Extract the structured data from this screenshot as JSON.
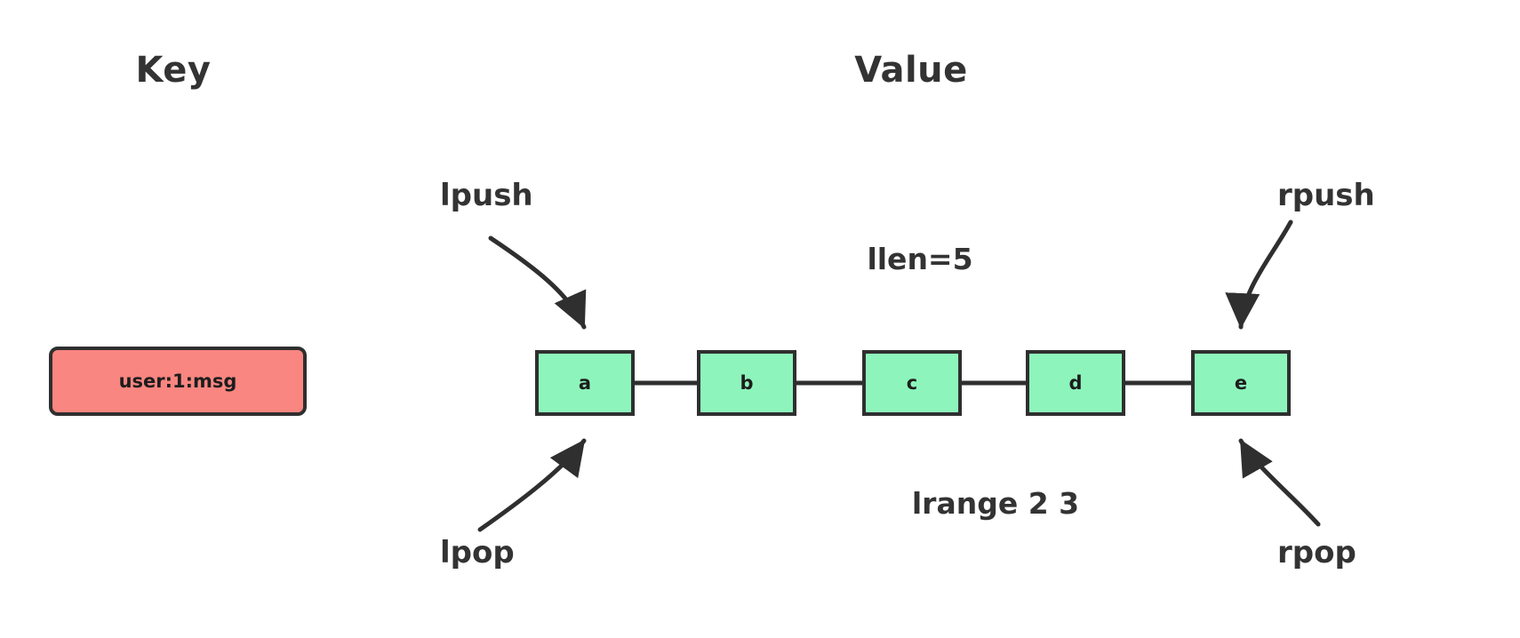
{
  "headers": {
    "key": "Key",
    "value": "Value"
  },
  "key_entry": {
    "label": "user:1:msg",
    "fill": "#F98680",
    "stroke": "#2f2f2f"
  },
  "list": {
    "fill": "#8DF5BC",
    "stroke": "#2f2f2f",
    "nodes": [
      {
        "value": "a"
      },
      {
        "value": "b"
      },
      {
        "value": "c"
      },
      {
        "value": "d"
      },
      {
        "value": "e"
      }
    ]
  },
  "operations": {
    "lpush": "lpush",
    "lpop": "lpop",
    "rpush": "rpush",
    "rpop": "rpop"
  },
  "annotations": {
    "llen": "llen=5",
    "lrange": "lrange 2 3"
  }
}
